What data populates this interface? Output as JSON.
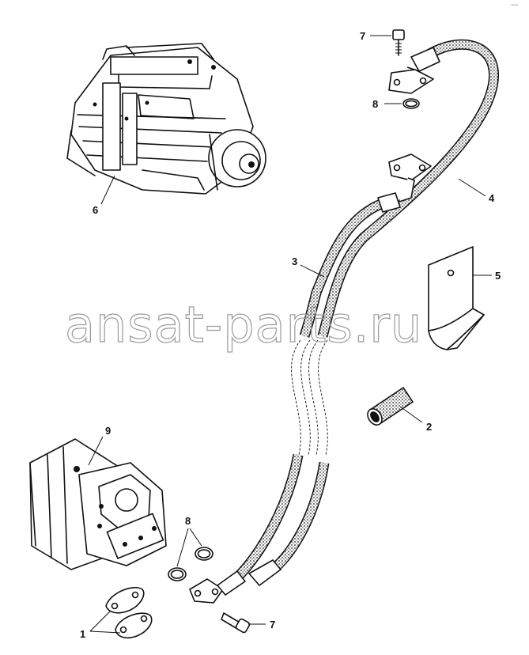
{
  "watermark": "ansat-parts.ru",
  "corner_mark": "~~",
  "callouts": {
    "c1": "1",
    "c2": "2",
    "c3": "3",
    "c4": "4",
    "c5": "5",
    "c6": "6",
    "c7_top": "7",
    "c7_bottom": "7",
    "c8_top": "8",
    "c8_bottom": "8",
    "c9": "9"
  }
}
